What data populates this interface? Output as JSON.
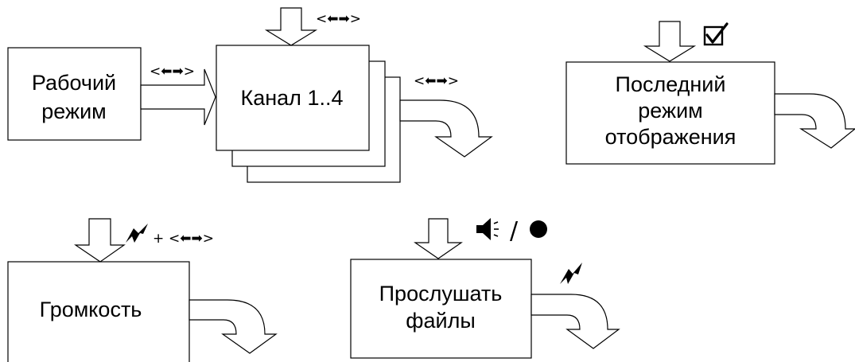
{
  "nodes": {
    "working_mode": [
      "Рабочий",
      "режим"
    ],
    "channel": [
      "Канал 1..4"
    ],
    "last_mode": [
      "Последний",
      "режим",
      "отображения"
    ],
    "volume": [
      "Громкость"
    ],
    "listen_files": [
      "Прослушать",
      "файлы"
    ]
  },
  "symbols": {
    "arrows_key": "<⬅➡>",
    "plus": "+",
    "slash": "/",
    "checkbox": "☑"
  },
  "icons": [
    "down-arrow-icon",
    "right-arrow-icon",
    "curved-exit-arrow-icon",
    "lightning-icon",
    "speaker-icon",
    "record-dot-icon",
    "checkbox-icon"
  ],
  "colors": {
    "ink": "#000000",
    "paper": "#ffffff"
  }
}
